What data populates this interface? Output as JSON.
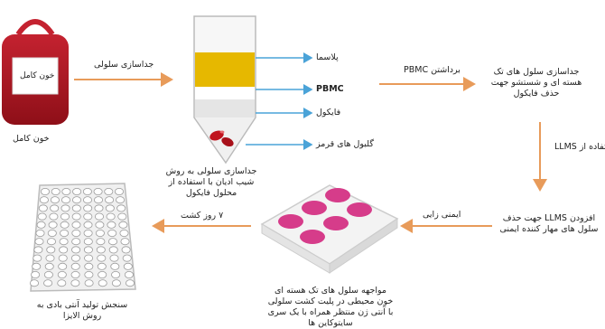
{
  "colors": {
    "arrow": "#e89b5a",
    "blue_arrow": "#4aa3d8",
    "blood": "#b0171f",
    "buffy": "#e6b800",
    "plate_pink": "#d63c8a"
  },
  "icons": [
    "blood-bag-icon",
    "centrifuge-tube-icon",
    "red-blood-cell-icon",
    "six-well-plate-icon",
    "96-well-plate-icon"
  ],
  "steps": {
    "bag_label": "خون کامل",
    "bag_caption": "خون کامل",
    "separation": "جداسازی سلولی",
    "remove_pbmc": "برداشتن PBMC",
    "pbmc_desc": "جداسازی سلول های تک هسته ای و شستشو جهت حذف فایکول",
    "lymphoprep": "استفاده از LLMS",
    "add_llms": "افزودن LLMS جهت حذف سلول های مهار کننده ایمنی",
    "immunize": "ایمنی زایی",
    "plate_caption": "مواجهه سلول های تک هسته ای خون محیطی در پلیت کشت سلولی با آنتی ژن منتظر همراه با یک سری سایتوکاین ها",
    "seven_days": "۷ روز کشت",
    "assay": "سنجش تولید آنتی بادی به روش الایزا",
    "tube_caption": "جداسازی سلولی به روش شیب ادیان با استفاده از محلول فایکول"
  },
  "layers": {
    "plasma": "پلاسما",
    "pbmc": "PBMC",
    "ficoll": "فایکول",
    "rbc": "گلبول های قرمز"
  }
}
